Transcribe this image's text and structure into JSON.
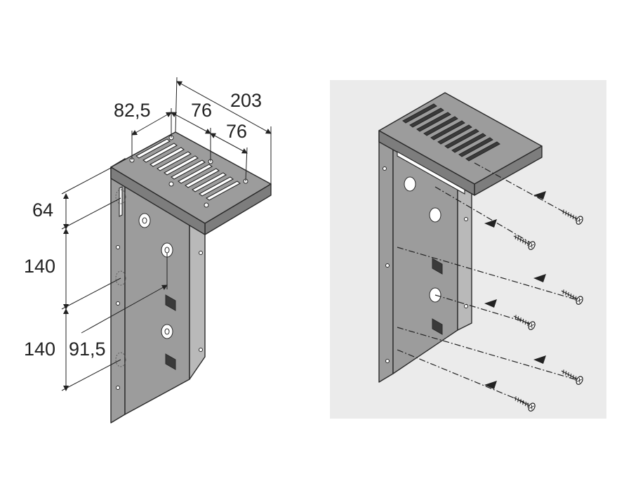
{
  "dimensions": {
    "width_total": "203",
    "depth_front": "82,5",
    "spacing_a": "76",
    "spacing_b": "76",
    "height_top": "64",
    "height_mid": "140",
    "height_bottom": "140",
    "offset_side": "91,5"
  },
  "colors": {
    "metal": "#9c9c9c",
    "background_panel": "#ebebeb",
    "line": "#222222"
  },
  "screws": {
    "count": 6,
    "direction": "arrow-left"
  }
}
